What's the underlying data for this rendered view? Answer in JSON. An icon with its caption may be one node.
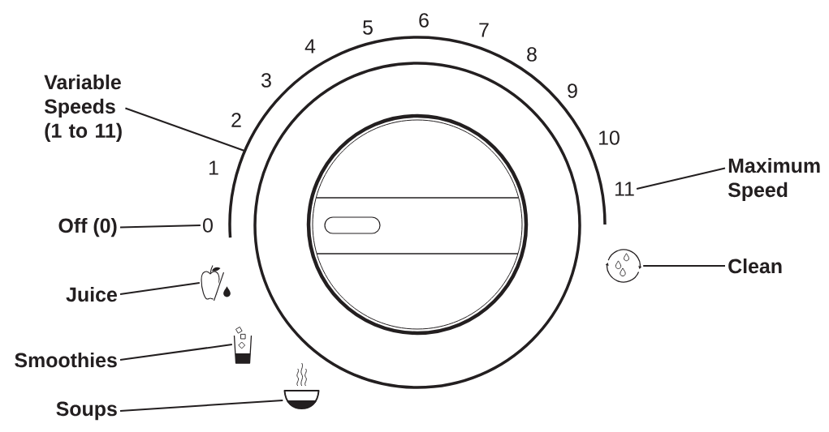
{
  "diagram": {
    "nodes": [
      {
        "text": [
          "Variable Speeds (1 to 11)"
        ]
      },
      {
        "text": [
          "Off (0)"
        ]
      },
      {
        "text": [
          "0"
        ]
      },
      {
        "text": [
          "Juice"
        ]
      },
      {
        "text": [],
        "shape": "picture"
      },
      {
        "text": [
          "Smoothies"
        ]
      },
      {
        "text": [],
        "shape": "picture"
      },
      {
        "text": [
          "Soups"
        ]
      },
      {
        "text": [],
        "shape": "picture"
      },
      {
        "text": [
          "11"
        ]
      },
      {
        "text": [
          "Maximum Speed"
        ]
      },
      {
        "text": [],
        "shape": "picture"
      },
      {
        "text": [
          "Clean"
        ]
      }
    ],
    "edges": [
      {
        "from": 0,
        "to": null,
        "arrow": "none"
      },
      {
        "from": 1,
        "to": 2,
        "arrow": "none"
      },
      {
        "from": 3,
        "to": 4,
        "arrow": "none"
      },
      {
        "from": 5,
        "to": 6,
        "arrow": "none"
      },
      {
        "from": 7,
        "to": 8,
        "arrow": "none"
      },
      {
        "from": 10,
        "to": 9,
        "arrow": "none"
      },
      {
        "from": 12,
        "to": 11,
        "arrow": "none"
      }
    ],
    "labels": [
      "1",
      "2",
      "3",
      "4",
      "5",
      "6",
      "7",
      "8",
      "9",
      "10"
    ]
  }
}
